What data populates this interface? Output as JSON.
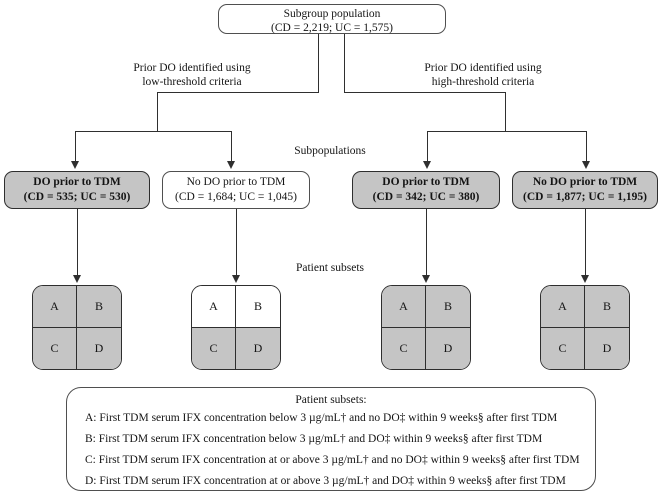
{
  "root": {
    "title": "Subgroup population",
    "counts": "(CD = 2,219; UC = 1,575)"
  },
  "branch_labels": {
    "left": [
      "Prior DO identified using",
      "low-threshold criteria"
    ],
    "right": [
      "Prior DO identified using",
      "high-threshold criteria"
    ]
  },
  "section_labels": {
    "subpopulations": "Subpopulations",
    "patient_subsets": "Patient subsets"
  },
  "subpopulations": [
    {
      "title": "DO prior to TDM",
      "counts": "(CD = 535; UC = 530)",
      "shaded": true
    },
    {
      "title": "No DO prior to TDM",
      "counts": "(CD = 1,684; UC = 1,045)",
      "shaded": false
    },
    {
      "title": "DO prior to TDM",
      "counts": "(CD = 342; UC = 380)",
      "shaded": true
    },
    {
      "title": "No DO prior to TDM",
      "counts": "(CD = 1,877; UC = 1,195)",
      "shaded": true
    }
  ],
  "quadrant_labels": [
    "A",
    "B",
    "C",
    "D"
  ],
  "grids": [
    {
      "cells": [
        true,
        true,
        true,
        true
      ]
    },
    {
      "cells": [
        false,
        false,
        true,
        true
      ]
    },
    {
      "cells": [
        true,
        true,
        true,
        true
      ]
    },
    {
      "cells": [
        true,
        true,
        true,
        true
      ]
    }
  ],
  "legend": {
    "title": "Patient subsets:",
    "items": [
      "A: First TDM serum IFX concentration below 3 µg/mL† and no DO‡ within 9 weeks§ after first TDM",
      "B: First TDM serum IFX concentration below 3 µg/mL† and DO‡ within 9 weeks§ after first TDM",
      "C: First TDM serum IFX concentration at or above 3 µg/mL† and no DO‡ within 9 weeks§ after first TDM",
      "D: First TDM serum IFX concentration at or above 3 µg/mL† and DO‡ within 9 weeks§ after first TDM"
    ]
  },
  "colors": {
    "shaded-fill": "#c5c5c5",
    "line": "#2f2f2f",
    "border-strong": "#2e2e2e",
    "border-light": "#4f4f4f",
    "text": "#141414",
    "background": "#ffffff"
  }
}
